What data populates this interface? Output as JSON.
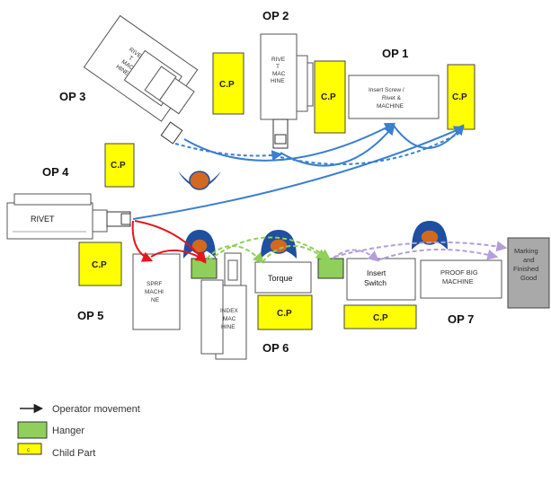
{
  "operations": {
    "op1": "OP 1",
    "op2": "OP 2",
    "op3": "OP 3",
    "op4": "OP 4",
    "op5": "OP 5",
    "op6": "OP 6",
    "op7": "OP 7"
  },
  "child_part_label": "C.P",
  "machines": {
    "op1_main": [
      "Insert Screw /",
      "Rivet &",
      "MACHINE"
    ],
    "op2_rivet": [
      "RIVE",
      "T",
      "MAC",
      "HINE"
    ],
    "op3_rivet": [
      "RIVE",
      "T",
      "MAC",
      "HINE"
    ],
    "op4_rivet": "RIVET",
    "op5_machine": [
      "SPRF",
      "MACHI",
      "NE"
    ],
    "op6_machine": [
      "INDEX",
      "MAC",
      "HINE"
    ],
    "op6_torque": "Torque",
    "op7_insert": [
      "Insert",
      "Switch"
    ],
    "op7_proof": [
      "PROOF BIG",
      "MACHINE"
    ],
    "finished": [
      "Marking",
      "and",
      "Finished",
      "Good"
    ]
  },
  "legend": {
    "operator_movement": "Operator movement",
    "hanger": "Hanger",
    "child_part": "Child Part"
  },
  "colors": {
    "child_part": "#ffff00",
    "hanger": "#8fcf5a",
    "operator_flow": "#3a7fd0",
    "op5_flow": "#e8141c",
    "op6_flow": "#8fcf5a",
    "op7_flow": "#b39ddb",
    "operator_head": "#1e4fa0",
    "operator_face": "#d2691e",
    "finished_box": "#a9a9a9"
  }
}
